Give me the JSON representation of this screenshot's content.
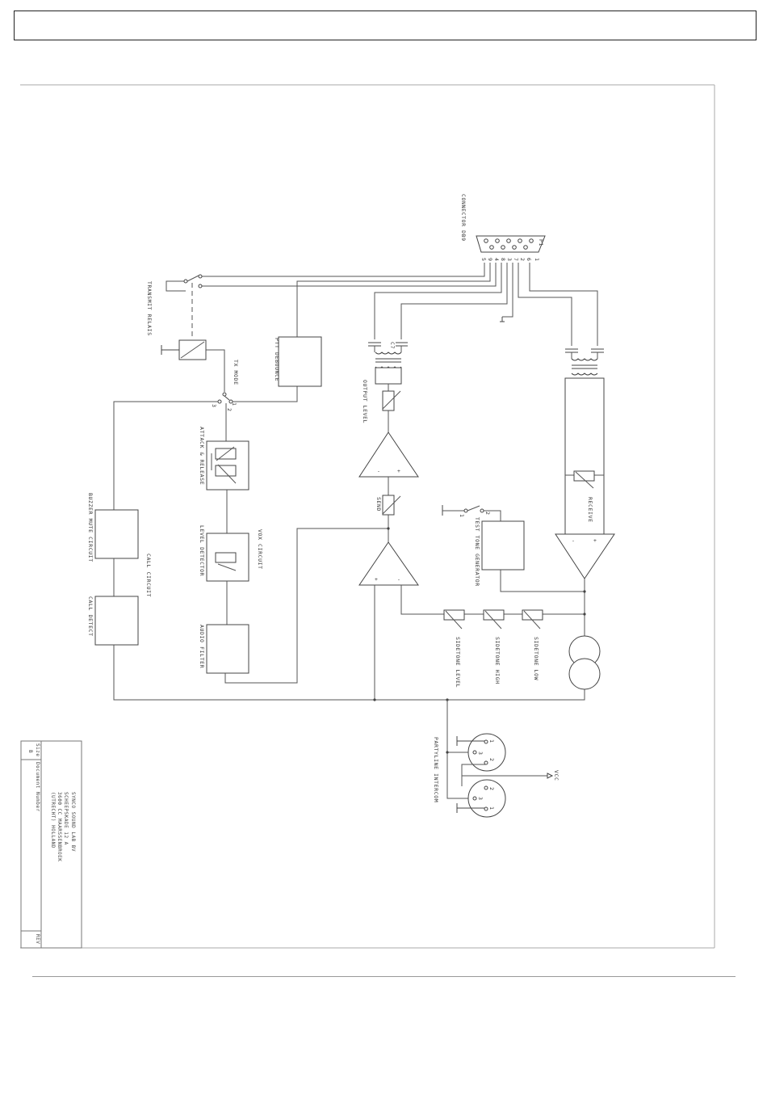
{
  "header": {
    "text": ""
  },
  "labels": {
    "connector": "CONNECTOR DB9",
    "connector_ref": "P1",
    "transmit_relais": "TRANSMIT RELAIS",
    "ptt_debounce": "PTT DEBOUNCE",
    "tx_mode": "TX MODE",
    "output_level": "OUTPUT LEVEL",
    "attack_release": "ATTACK & RELEASE",
    "send": "SEND",
    "level_detector": "LEVEL DETECTOR",
    "vox_circuit": "VOX CIRCUIT",
    "buzzer_mute": "BUZZER MUTE CIRCUIT",
    "call_circuit": "CALL CIRCUIT",
    "call_detect": "CALL DETECT",
    "audio_filter": "AUDIO FILTER",
    "receive": "RECEIVE",
    "test_tone": "TEST TONE GENERATOR",
    "sidetone_level": "SIDETONE LEVEL",
    "sidetone_high": "SIDETONE HIGH",
    "sidetone_low": "SIDETONE LOW",
    "partyline": "PARTYLINE INTERCOM",
    "vcc": "VCC",
    "c7": "C7"
  },
  "pins": [
    "1",
    "2",
    "3",
    "4",
    "5",
    "6",
    "7",
    "8",
    "9"
  ],
  "title_block": {
    "company": "SYNCO SOUND LAB BV",
    "street": "SCHEEPSKADE 12 A",
    "city": "3600 CC MAARSSENBROEK",
    "country": "(UTRECHT) HOLLAND",
    "size_label": "Size",
    "size_value": "B",
    "doc_label": "Document Number",
    "rev_label": "REV"
  }
}
